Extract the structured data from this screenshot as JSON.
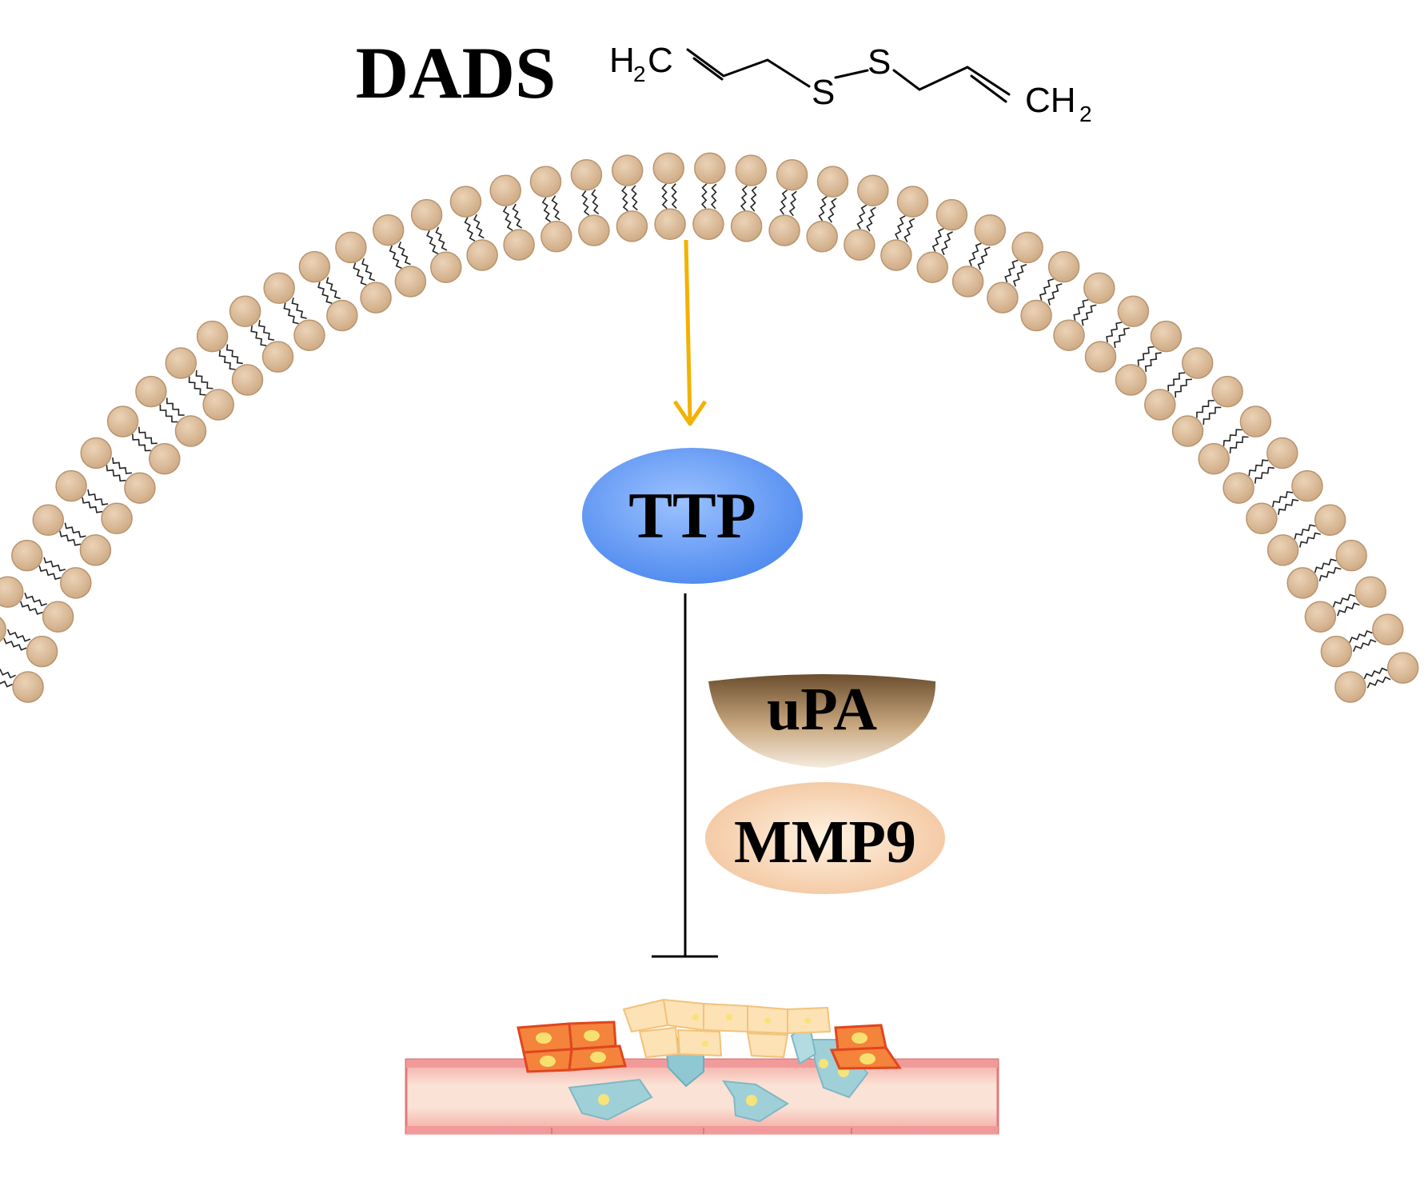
{
  "title": "DADS",
  "molecule": {
    "left_group": "H",
    "left_sub": "2",
    "left_atom": "C",
    "s1": "S",
    "s2": "S",
    "right_group": "CH",
    "right_sub": "2"
  },
  "nodes": {
    "ttp": "TTP",
    "upa": "uPA",
    "mmp9": "MMP9"
  },
  "edges": [
    {
      "from": "membrane",
      "to": "TTP",
      "type": "activation",
      "color": "#F2B200"
    },
    {
      "from": "TTP",
      "to": "vessel-lesion",
      "type": "inhibition",
      "color": "#000000"
    }
  ],
  "colors": {
    "lipid_head": "#D9B896",
    "lipid_head_stroke": "#B8956F",
    "arrow": "#F2B200",
    "ttp_fill": "#5B97F2",
    "upa_fill": "#8A6A45",
    "mmp9_fill": "#F5C9A3",
    "vessel": "#F08A8A"
  },
  "icons": {
    "membrane": "lipid-bilayer-icon",
    "lesion": "vessel-lesion-icon"
  }
}
